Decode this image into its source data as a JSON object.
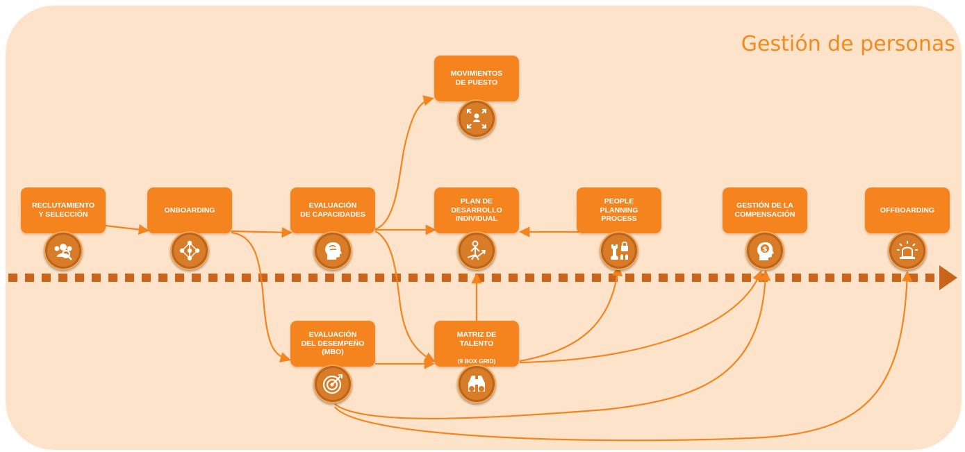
{
  "title": "Gestión de personas",
  "colors": {
    "panel_bg": "#fde3c9",
    "accent": "#f5841f",
    "icon_disc": "#d97c27",
    "timeline": "#c8651b"
  },
  "nodes": {
    "reclutamiento": {
      "label": "RECLUTAMIENTO\nY SELECCIÓN",
      "icon": "people-search-icon"
    },
    "onboarding": {
      "label": "ONBOARDING",
      "icon": "network-people-icon"
    },
    "capacidades": {
      "label": "EVALUACIÓN\nDE CAPACIDADES",
      "icon": "brain-head-icon"
    },
    "movimientos": {
      "label": "MOVIMIENTOS\nDE PUESTO",
      "icon": "person-arrows-icon"
    },
    "plan": {
      "label": "PLAN DE\nDESARROLLO\nINDIVIDUAL",
      "icon": "person-growth-icon"
    },
    "people": {
      "label": "PEOPLE\nPLANNING\nPROCESS",
      "icon": "chess-lock-icon"
    },
    "compensacion": {
      "label": "GESTIÓN DE LA\nCOMPENSACIÓN",
      "icon": "head-money-icon"
    },
    "offboarding": {
      "label": "OFFBOARDING",
      "icon": "alarm-light-icon"
    },
    "desempeno": {
      "label": "EVALUACIÓN\nDEL DESEMPEÑO\n(MBO)",
      "icon": "target-icon"
    },
    "matriz": {
      "label": "MATRIZ DE\nTALENTO",
      "sublabel": "(9 BOX GRID)",
      "icon": "binoculars-icon"
    }
  }
}
